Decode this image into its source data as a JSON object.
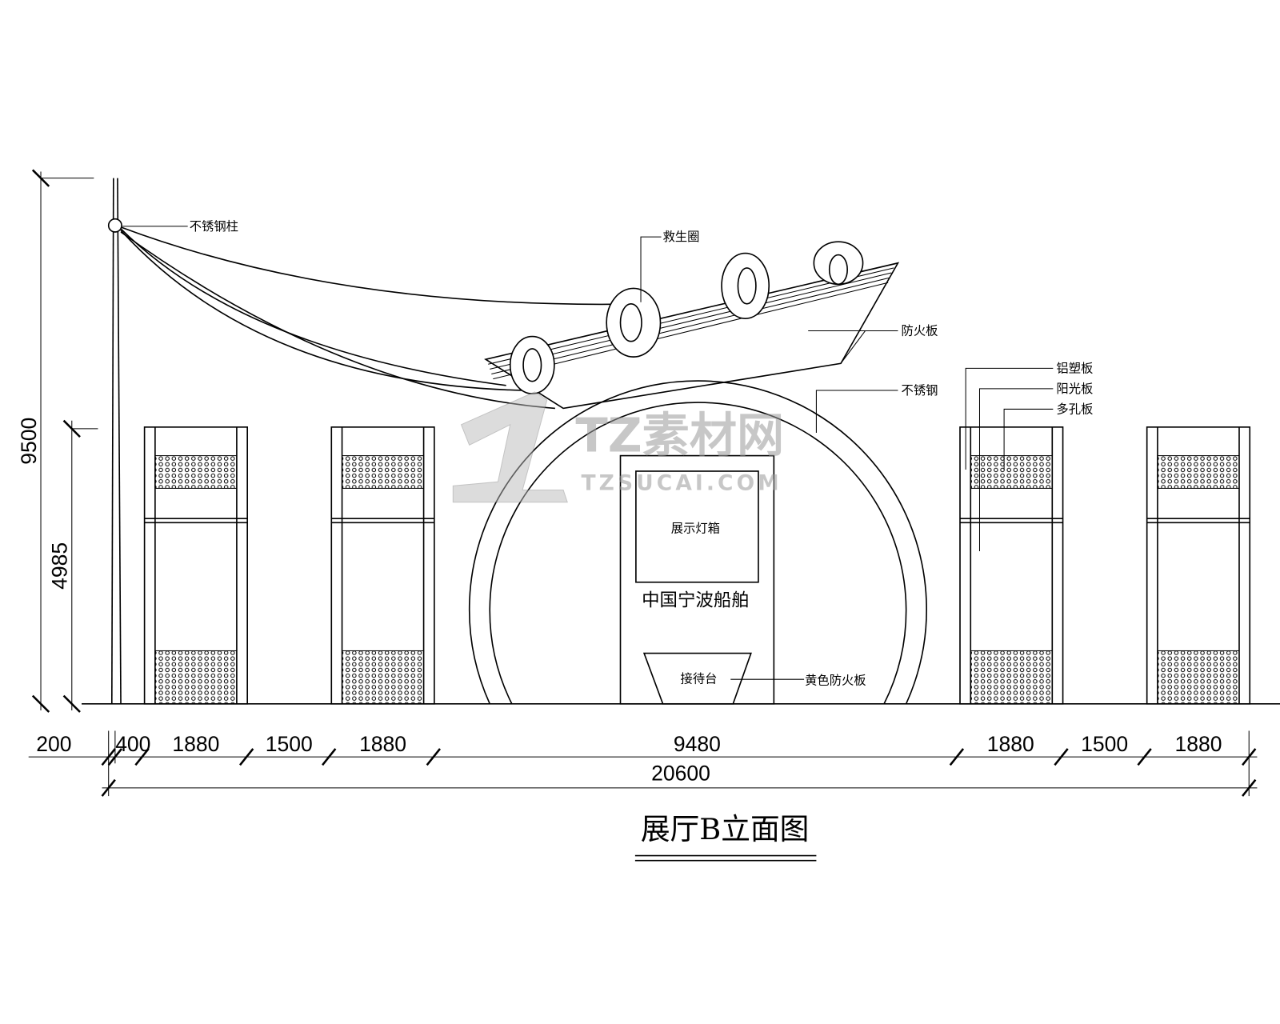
{
  "title": "展厅B立面图",
  "labels": {
    "pole": "不锈钢柱",
    "lifebuoy": "救生圈",
    "fireboard_top": "防火板",
    "stainless": "不锈钢",
    "aluminum": "铝塑板",
    "sunboard": "阳光板",
    "perforated": "多孔板",
    "lightbox": "展示灯箱",
    "company": "中国宁波船舶",
    "reception": "接待台",
    "yellow_fireboard": "黄色防火板"
  },
  "dimensions": {
    "horizontal": [
      "200",
      "400",
      "1880",
      "1500",
      "1880",
      "9480",
      "1880",
      "1500",
      "1880"
    ],
    "total": "20600",
    "height_total": "9500",
    "height_panel": "4985"
  },
  "watermark": {
    "main": "TZ素材网",
    "sub": "TZSUCAI.COM"
  }
}
